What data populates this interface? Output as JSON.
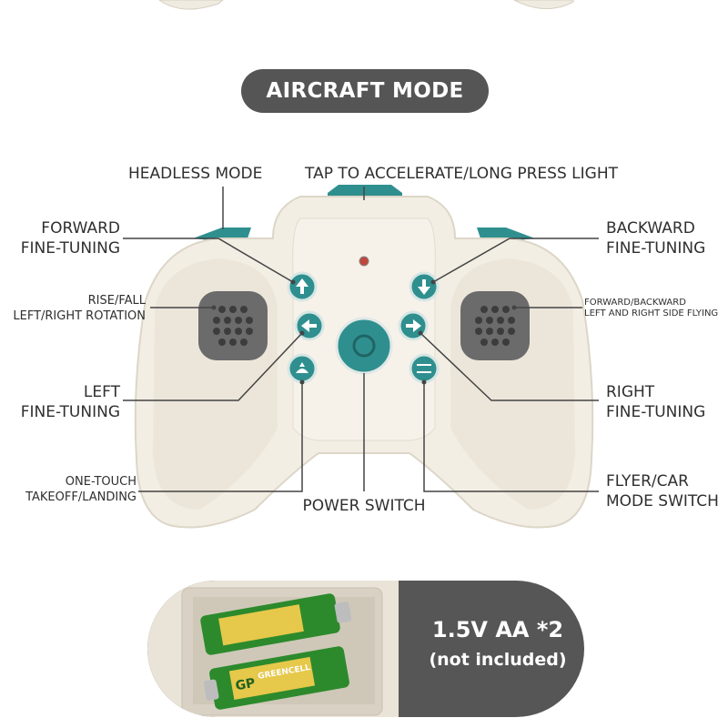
{
  "title": "AIRCRAFT MODE",
  "labels": {
    "headless_mode": "HEADLESS MODE",
    "tap_accelerate": "TAP TO ACCELERATE/LONG PRESS LIGHT",
    "forward_ft_1": "FORWARD",
    "forward_ft_2": "FINE-TUNING",
    "backward_ft_1": "BACKWARD",
    "backward_ft_2": "FINE-TUNING",
    "rise_fall_1": "RISE/FALL",
    "rise_fall_2": "LEFT/RIGHT ROTATION",
    "fwd_bwd_1": "FORWARD/BACKWARD",
    "fwd_bwd_2": "LEFT AND RIGHT SIDE FLYING",
    "left_ft_1": "LEFT",
    "left_ft_2": "FINE-TUNING",
    "right_ft_1": "RIGHT",
    "right_ft_2": "FINE-TUNING",
    "one_touch_1": "ONE-TOUCH",
    "one_touch_2": "TAKEOFF/LANDING",
    "power_switch": "POWER SWITCH",
    "mode_switch_1": "FLYER/CAR",
    "mode_switch_2": "MODE SWITCH"
  },
  "battery": {
    "spec": "1.5V AA *2",
    "note": "(not included)",
    "brand_text": "GREENCELL",
    "brand_logo": "GP"
  },
  "colors": {
    "teal": "#2f8f8f",
    "controller": "#f0ebe0",
    "pill": "#555555"
  }
}
